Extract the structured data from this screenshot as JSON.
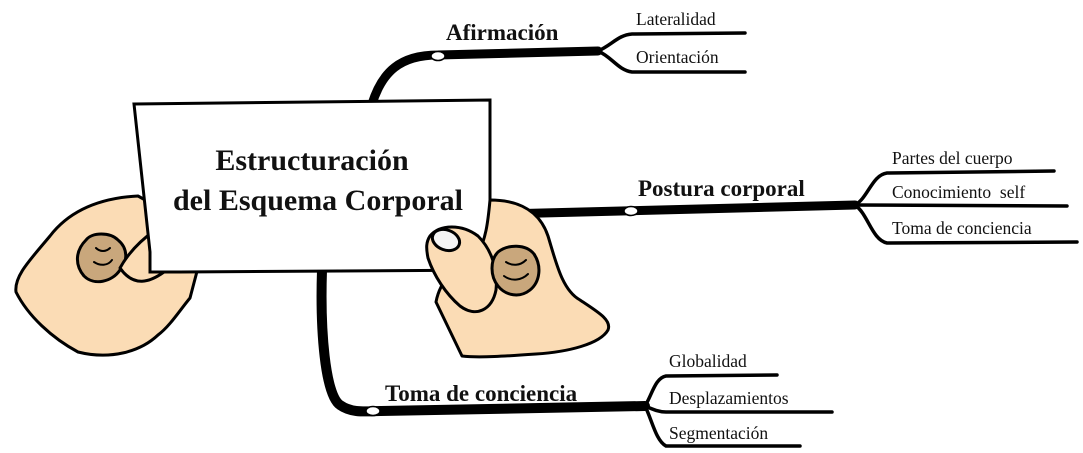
{
  "center": {
    "line1": "Estructuración",
    "line2": "del Esquema Corporal"
  },
  "branches": [
    {
      "label": "Afirmación",
      "leaves": [
        "Lateralidad",
        "Orientación"
      ]
    },
    {
      "label": "Postura corporal",
      "leaves": [
        "Partes del cuerpo",
        "Conocimiento  self",
        "Toma de conciencia"
      ]
    },
    {
      "label": "Toma de conciencia",
      "leaves": [
        "Globalidad",
        "Desplazamientos",
        "Segmentación"
      ]
    }
  ],
  "colors": {
    "skin": "#FBDCB5",
    "nail": "#F4F4F4",
    "knuckle": "#C9A77C",
    "line": "#000000",
    "card": "#FFFFFF"
  }
}
